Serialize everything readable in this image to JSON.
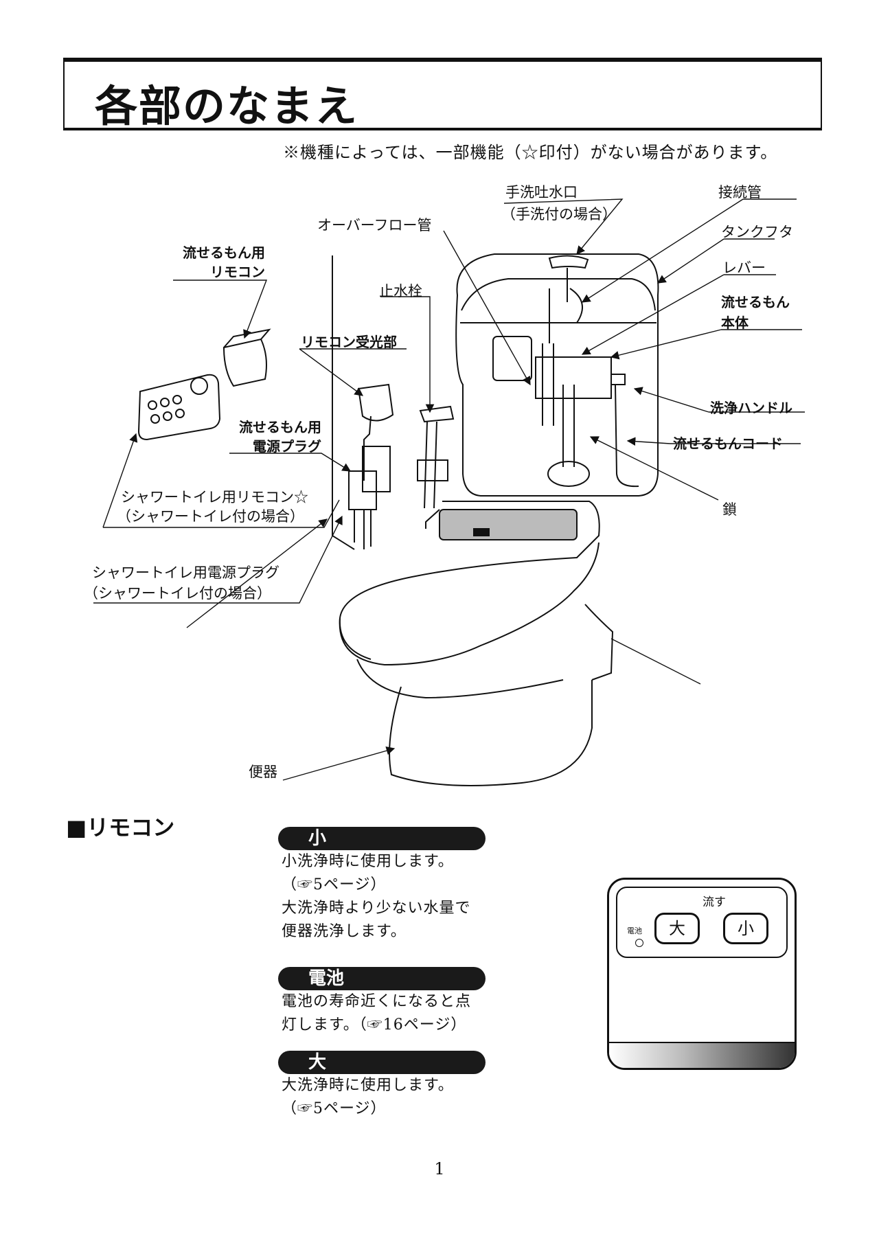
{
  "page": {
    "title": "各部のなまえ",
    "note": "※機種によっては、一部機能（☆印付）がない場合があります。",
    "page_number": "1"
  },
  "labels": {
    "hand_wash_spout": "手洗吐水口",
    "hand_wash_spout_note": "（手洗付の場合）",
    "connection_pipe": "接続管",
    "overflow_pipe": "オーバーフロー管",
    "tank_lid": "タンクフタ",
    "lever": "レバー",
    "unit_body_line1": "流せるもん",
    "unit_body_line2": "本体",
    "remote_for_unit_line1": "流せるもん用",
    "remote_for_unit_line2": "リモコン",
    "stop_valve": "止水栓",
    "remote_receiver": "リモコン受光部",
    "flush_handle": "洗浄ハンドル",
    "unit_cord": "流せるもんコード",
    "unit_plug_line1": "流せるもん用",
    "unit_plug_line2": "電源プラグ",
    "shower_remote": "シャワートイレ用リモコン☆",
    "shower_remote_note": "（シャワートイレ付の場合）",
    "chain": "鎖",
    "shower_plug": "シャワートイレ用電源プラグ",
    "shower_plug_note": "（シャワートイレ付の場合）",
    "toilet_bowl": "便器"
  },
  "remote_section": {
    "heading": "■リモコン",
    "items": [
      {
        "pill": "小",
        "lines": [
          "小洗浄時に使用します。",
          "（☞5ページ）",
          "大洗浄時より少ない水量で",
          "便器洗浄します。"
        ]
      },
      {
        "pill": "電池",
        "lines": [
          "電池の寿命近くになると点",
          "灯します。（☞16ページ）"
        ]
      },
      {
        "pill": "大",
        "lines": [
          "大洗浄時に使用します。",
          "（☞5ページ）"
        ]
      }
    ],
    "device": {
      "flush_label": "流す",
      "battery_label": "電池",
      "big_button": "大",
      "small_button": "小"
    }
  }
}
